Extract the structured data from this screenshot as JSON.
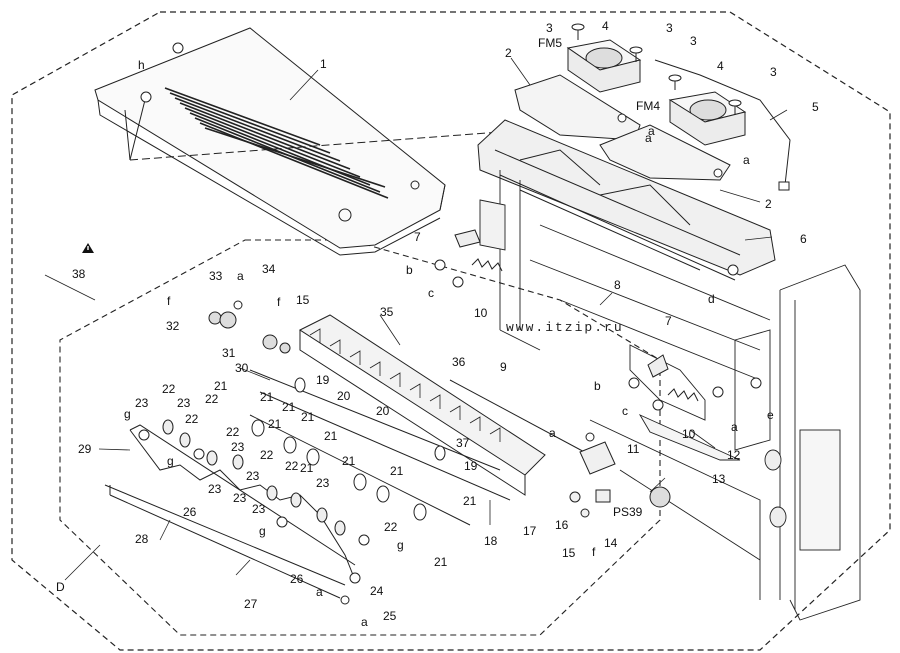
{
  "diagram": {
    "watermark": "www.itzip.ru",
    "warning_symbol": "warning-triangle-icon",
    "callouts": [
      {
        "id": "c1",
        "text": "1"
      },
      {
        "id": "c2a",
        "text": "2"
      },
      {
        "id": "c2b",
        "text": "2"
      },
      {
        "id": "c3a",
        "text": "3"
      },
      {
        "id": "c3b",
        "text": "3"
      },
      {
        "id": "c3c",
        "text": "3"
      },
      {
        "id": "c3d",
        "text": "3"
      },
      {
        "id": "c4a",
        "text": "4"
      },
      {
        "id": "c4b",
        "text": "4"
      },
      {
        "id": "c5",
        "text": "5"
      },
      {
        "id": "c6",
        "text": "6"
      },
      {
        "id": "c7a",
        "text": "7"
      },
      {
        "id": "c7b",
        "text": "7"
      },
      {
        "id": "c8",
        "text": "8"
      },
      {
        "id": "c9",
        "text": "9"
      },
      {
        "id": "c10a",
        "text": "10"
      },
      {
        "id": "c10b",
        "text": "10"
      },
      {
        "id": "c11",
        "text": "11"
      },
      {
        "id": "c12",
        "text": "12"
      },
      {
        "id": "c13",
        "text": "13"
      },
      {
        "id": "c14",
        "text": "14"
      },
      {
        "id": "c15a",
        "text": "15"
      },
      {
        "id": "c15b",
        "text": "15"
      },
      {
        "id": "c16",
        "text": "16"
      },
      {
        "id": "c17",
        "text": "17"
      },
      {
        "id": "c18",
        "text": "18"
      },
      {
        "id": "c19a",
        "text": "19"
      },
      {
        "id": "c19b",
        "text": "19"
      },
      {
        "id": "c20a",
        "text": "20"
      },
      {
        "id": "c20b",
        "text": "20"
      },
      {
        "id": "c21a",
        "text": "21"
      },
      {
        "id": "c21b",
        "text": "21"
      },
      {
        "id": "c21c",
        "text": "21"
      },
      {
        "id": "c21d",
        "text": "21"
      },
      {
        "id": "c21e",
        "text": "21"
      },
      {
        "id": "c21f",
        "text": "21"
      },
      {
        "id": "c21g",
        "text": "21"
      },
      {
        "id": "c21h",
        "text": "21"
      },
      {
        "id": "c21i",
        "text": "21"
      },
      {
        "id": "c21j",
        "text": "21"
      },
      {
        "id": "c21k",
        "text": "21"
      },
      {
        "id": "c22a",
        "text": "22"
      },
      {
        "id": "c22b",
        "text": "22"
      },
      {
        "id": "c22c",
        "text": "22"
      },
      {
        "id": "c22d",
        "text": "22"
      },
      {
        "id": "c22e",
        "text": "22"
      },
      {
        "id": "c22f",
        "text": "22"
      },
      {
        "id": "c22g",
        "text": "22"
      },
      {
        "id": "c23a",
        "text": "23"
      },
      {
        "id": "c23b",
        "text": "23"
      },
      {
        "id": "c23c",
        "text": "23"
      },
      {
        "id": "c23d",
        "text": "23"
      },
      {
        "id": "c23e",
        "text": "23"
      },
      {
        "id": "c23f",
        "text": "23"
      },
      {
        "id": "c23g",
        "text": "23"
      },
      {
        "id": "c23h",
        "text": "23"
      },
      {
        "id": "c24",
        "text": "24"
      },
      {
        "id": "c25",
        "text": "25"
      },
      {
        "id": "c26a",
        "text": "26"
      },
      {
        "id": "c26b",
        "text": "26"
      },
      {
        "id": "c27",
        "text": "27"
      },
      {
        "id": "c28",
        "text": "28"
      },
      {
        "id": "c29",
        "text": "29"
      },
      {
        "id": "c30",
        "text": "30"
      },
      {
        "id": "c31",
        "text": "31"
      },
      {
        "id": "c32",
        "text": "32"
      },
      {
        "id": "c33",
        "text": "33"
      },
      {
        "id": "c34",
        "text": "34"
      },
      {
        "id": "c35",
        "text": "35"
      },
      {
        "id": "c36",
        "text": "36"
      },
      {
        "id": "c37",
        "text": "37"
      },
      {
        "id": "c38",
        "text": "38"
      },
      {
        "id": "cFM5",
        "text": "FM5"
      },
      {
        "id": "cFM4",
        "text": "FM4"
      },
      {
        "id": "cPS39",
        "text": "PS39"
      },
      {
        "id": "cD",
        "text": "D"
      },
      {
        "id": "la1",
        "text": "a"
      },
      {
        "id": "la2",
        "text": "a"
      },
      {
        "id": "la3",
        "text": "a"
      },
      {
        "id": "la4",
        "text": "a"
      },
      {
        "id": "la5",
        "text": "a"
      },
      {
        "id": "la6",
        "text": "a"
      },
      {
        "id": "la7",
        "text": "a"
      },
      {
        "id": "la8",
        "text": "a"
      },
      {
        "id": "lb1",
        "text": "b"
      },
      {
        "id": "lb2",
        "text": "b"
      },
      {
        "id": "lc1",
        "text": "c"
      },
      {
        "id": "lc2",
        "text": "c"
      },
      {
        "id": "ld",
        "text": "d"
      },
      {
        "id": "le",
        "text": "e"
      },
      {
        "id": "lf1",
        "text": "f"
      },
      {
        "id": "lf2",
        "text": "f"
      },
      {
        "id": "lf3",
        "text": "f"
      },
      {
        "id": "lg1",
        "text": "g"
      },
      {
        "id": "lg2",
        "text": "g"
      },
      {
        "id": "lg3",
        "text": "g"
      },
      {
        "id": "lg4",
        "text": "g"
      },
      {
        "id": "lh",
        "text": "h"
      }
    ]
  }
}
